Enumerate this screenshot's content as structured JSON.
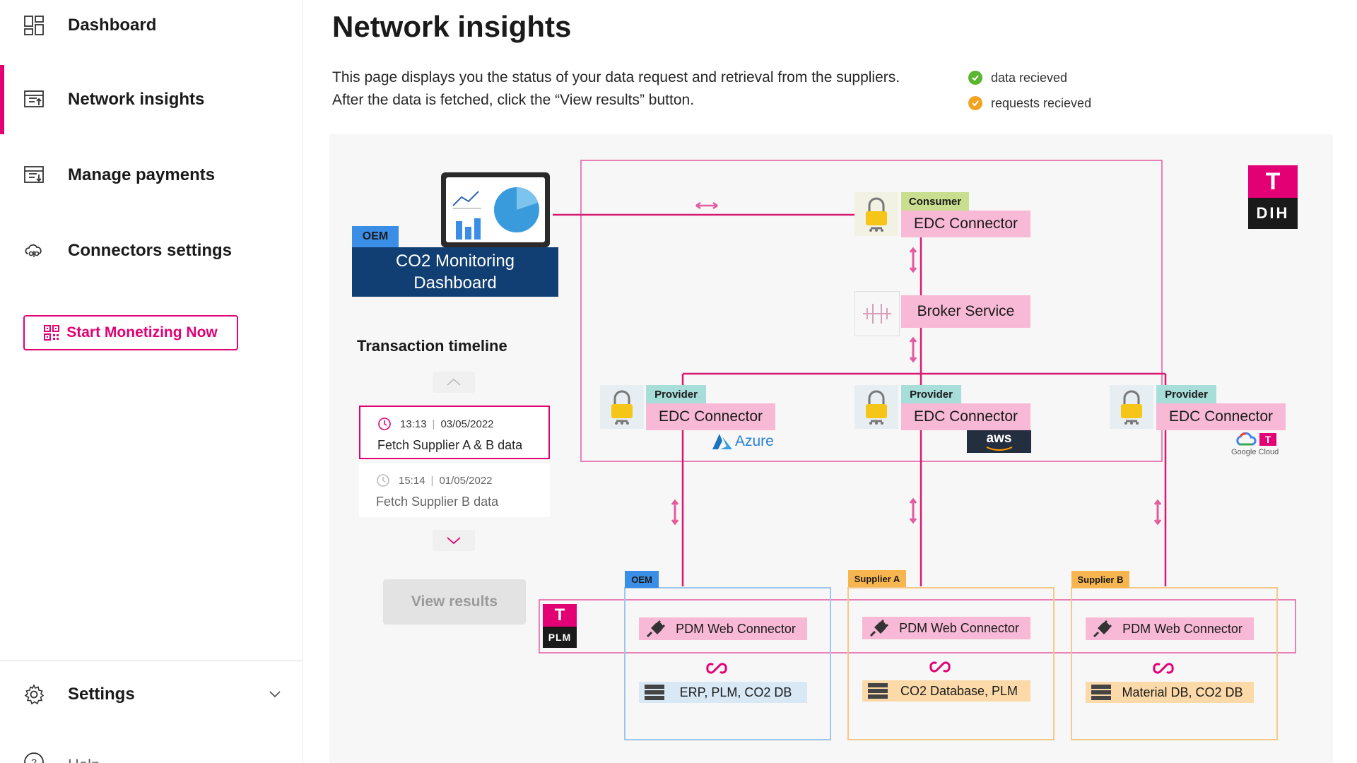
{
  "sidebar": {
    "items": [
      {
        "label": "Dashboard",
        "icon": "dashboard-icon"
      },
      {
        "label": "Network insights",
        "icon": "network-insights-icon",
        "active": true
      },
      {
        "label": "Manage payments",
        "icon": "payments-icon"
      },
      {
        "label": "Connectors settings",
        "icon": "connector-icon"
      }
    ],
    "cta_label": "Start Monetizing Now",
    "settings_label": "Settings",
    "help_label": "Help"
  },
  "page": {
    "title": "Network insights",
    "description_line1": "This page displays you the status of your data request and retrieval from the suppliers.",
    "description_line2": "After the data is fetched, click the “View results” button.",
    "legend": [
      {
        "label": "data recieved",
        "color": "#5cb531"
      },
      {
        "label": "requests recieved",
        "color": "#f2a321"
      }
    ]
  },
  "timeline": {
    "title": "Transaction timeline",
    "items": [
      {
        "time": "13:13",
        "date": "03/05/2022",
        "text": "Fetch Supplier A & B data",
        "active": true
      },
      {
        "time": "15:14",
        "date": "01/05/2022",
        "text": "Fetch Supplier B data",
        "active": false
      }
    ],
    "view_results_label": "View results"
  },
  "diagram": {
    "oem_tag": "OEM",
    "dashboard_label_line1": "CO2 Monitoring",
    "dashboard_label_line2": "Dashboard",
    "consumer_tag": "Consumer",
    "provider_tag": "Provider",
    "edc_label": "EDC Connector",
    "broker_label": "Broker Service",
    "azure_label": "Azure",
    "aws_label": "aws",
    "google_label": "Google Cloud",
    "dih_label": "DIH",
    "plm_label": "PLM",
    "t_logo": "T",
    "parties": [
      {
        "tag": "OEM",
        "connector": "PDM Web Connector",
        "db": "ERP, PLM, CO2 DB",
        "tag_color": "#3a8ee6",
        "border_color": "#9cc6ee"
      },
      {
        "tag": "Supplier A",
        "connector": "PDM Web Connector",
        "db": "CO2 Database, PLM",
        "tag_color": "#f7b550",
        "border_color": "#f5c98a"
      },
      {
        "tag": "Supplier B",
        "connector": "PDM Web Connector",
        "db": "Material DB, CO2 DB",
        "tag_color": "#f7b550",
        "border_color": "#f5c98a"
      }
    ]
  },
  "colors": {
    "brand": "#e20074",
    "pink_label": "#f8b9d6",
    "oem_blue": "#123f73"
  }
}
